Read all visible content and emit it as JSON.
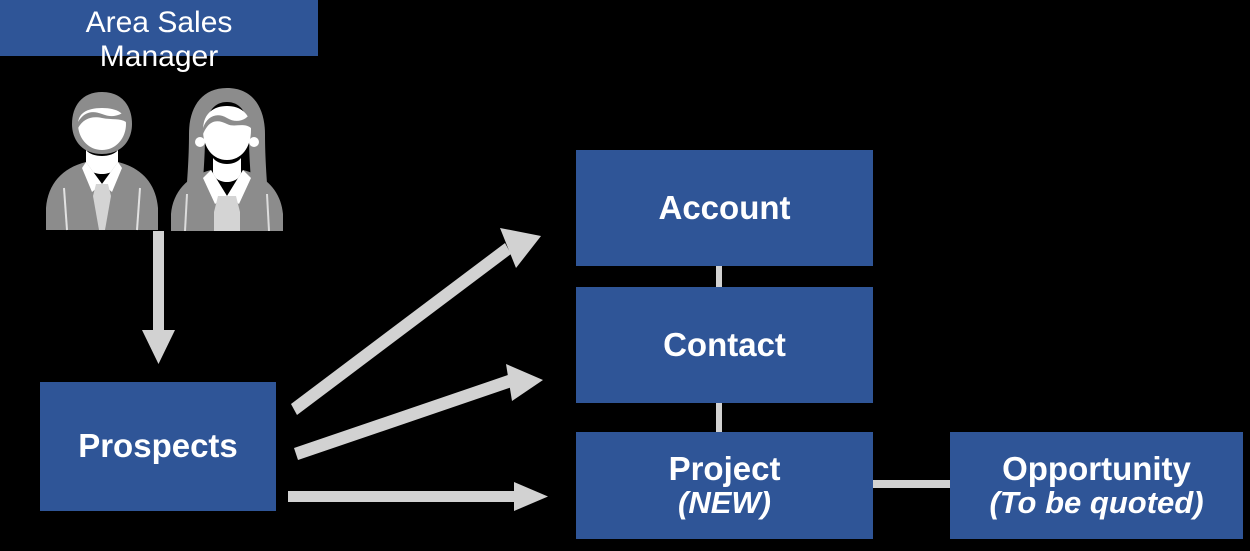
{
  "diagram": {
    "title": "Area Sales Manager sales process flow",
    "background_color": "#000000",
    "box_color": "#2F5597",
    "text_color": "#FFFFFF",
    "connector_color": "#D2D2D2",
    "arrow_color": "#D2D2D2",
    "person_icon_color": "#8C8C8C"
  },
  "header": {
    "role_label": "Area Sales\nManager",
    "role_label_line1": "Area Sales",
    "role_label_line2": "Manager",
    "banner_color": "#2F5597"
  },
  "people": [
    {
      "name": "male-sales-person",
      "color": "#8C8C8C"
    },
    {
      "name": "female-sales-person",
      "color": "#8C8C8C"
    }
  ],
  "nodes": [
    {
      "id": "prospects",
      "label": "Prospects",
      "sub": ""
    },
    {
      "id": "account",
      "label": "Account",
      "sub": ""
    },
    {
      "id": "contact",
      "label": "Contact",
      "sub": ""
    },
    {
      "id": "project",
      "label": "Project",
      "sub": "(NEW)"
    },
    {
      "id": "opportunity",
      "label": "Opportunity",
      "sub": "(To be quoted)"
    }
  ],
  "connections": [
    {
      "from": "manager",
      "to": "prospects",
      "style": "arrow-down"
    },
    {
      "from": "prospects",
      "to": "account",
      "style": "arrow-diagonal-up"
    },
    {
      "from": "prospects",
      "to": "contact",
      "style": "arrow-diagonal-up-shallow"
    },
    {
      "from": "prospects",
      "to": "project",
      "style": "arrow-horizontal"
    },
    {
      "from": "account",
      "to": "contact",
      "style": "line-vertical"
    },
    {
      "from": "contact",
      "to": "project",
      "style": "line-vertical"
    },
    {
      "from": "project",
      "to": "opportunity",
      "style": "line-horizontal"
    }
  ]
}
